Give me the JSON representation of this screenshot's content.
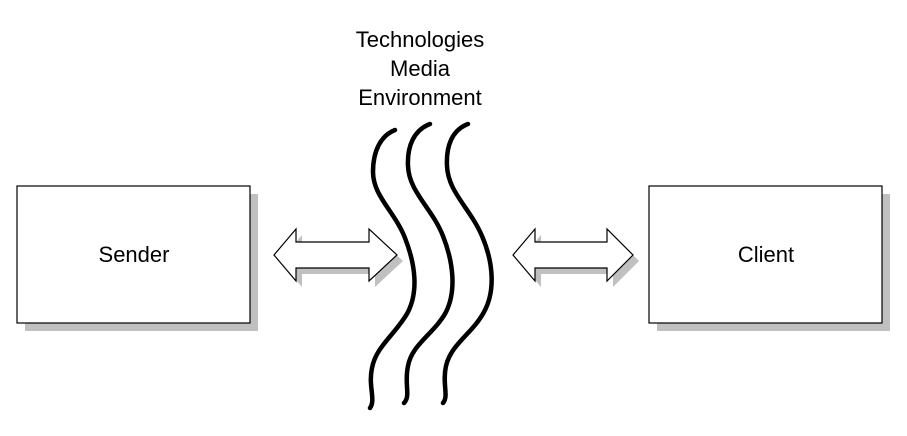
{
  "channel": {
    "labels": [
      "Technologies",
      "Media",
      "Environment"
    ]
  },
  "sender": {
    "label": "Sender"
  },
  "client": {
    "label": "Client"
  },
  "colors": {
    "stroke": "#000000",
    "box_fill": "#ffffff",
    "shadow": "#c0c0c0",
    "background": "#ffffff"
  }
}
